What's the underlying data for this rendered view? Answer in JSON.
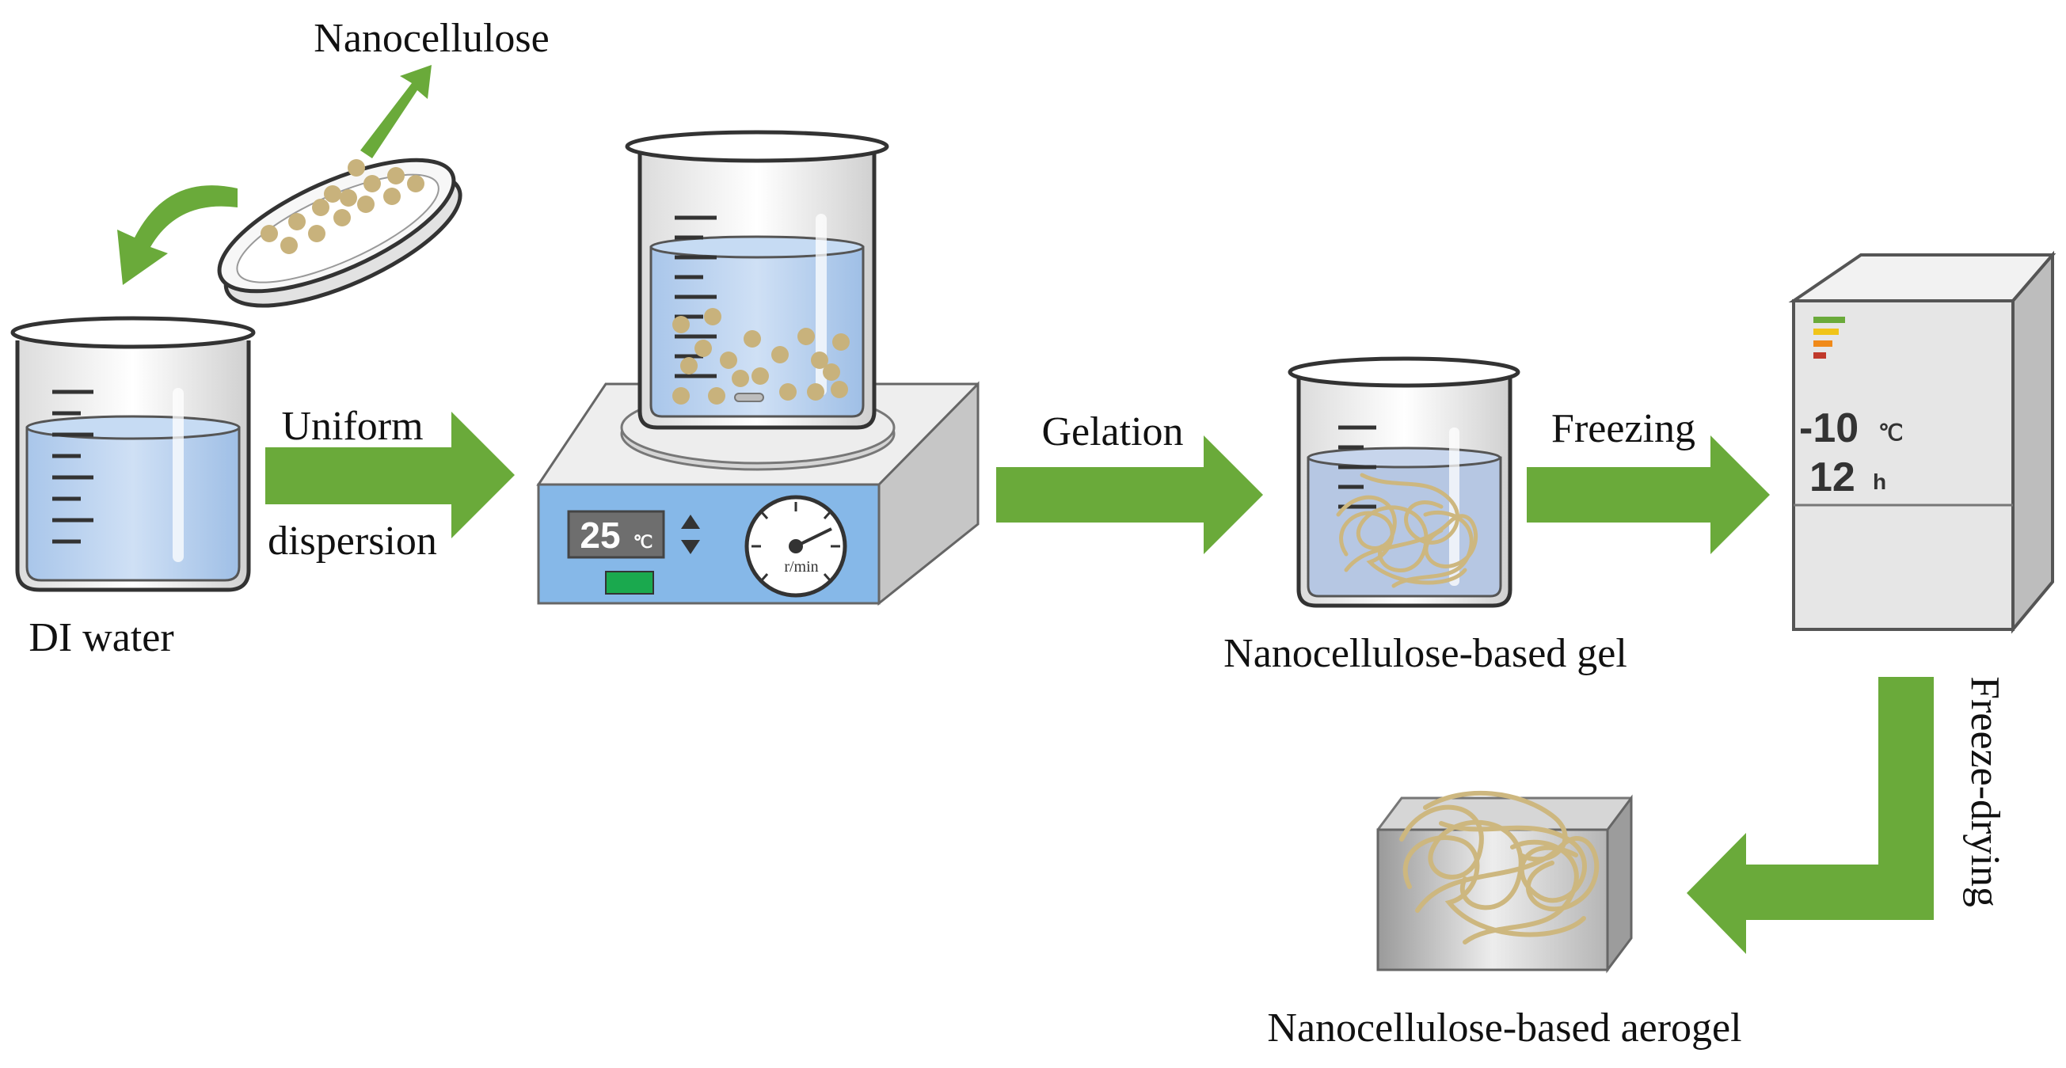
{
  "labels": {
    "nanocellulose": "Nanocellulose",
    "di_water": "DI water",
    "uniform": "Uniform",
    "dispersion": "dispersion",
    "gelation": "Gelation",
    "freezing": "Freezing",
    "gel": "Nanocellulose-based gel",
    "freeze_drying": "Freeze-drying",
    "aerogel": "Nanocellulose-based aerogel"
  },
  "stirrer": {
    "temperature": "25",
    "temperature_unit": "℃",
    "speed_unit": "r/min"
  },
  "freezer": {
    "temperature": "-10",
    "temperature_unit": "℃",
    "time": "12",
    "time_unit": "h"
  },
  "colors": {
    "arrow": "#6aaa3a",
    "water": "#bcd4ef",
    "particle": "#c8b27c",
    "fiber": "#cdb77f",
    "stirrer_panel": "#86b8e8",
    "freezer_body": "#e6e6e6"
  }
}
